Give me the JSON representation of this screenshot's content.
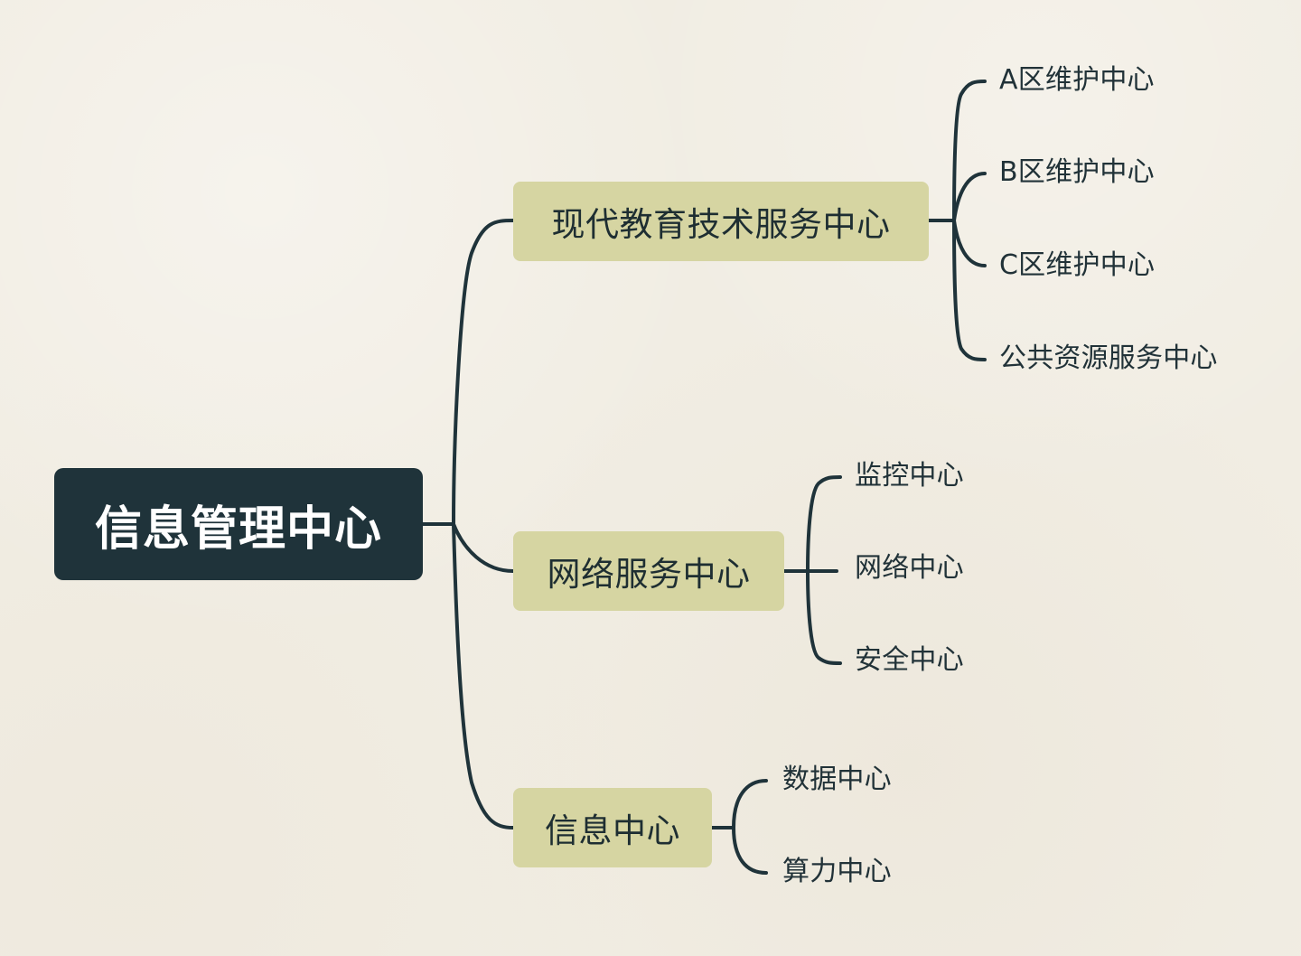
{
  "mind_map": {
    "root": {
      "label": "信息管理中心"
    },
    "branches": [
      {
        "label": "现代教育技术服务中心",
        "children": [
          "A区维护中心",
          "B区维护中心",
          "C区维护中心",
          "公共资源服务中心"
        ]
      },
      {
        "label": "网络服务中心",
        "children": [
          "监控中心",
          "网络中心",
          "安全中心"
        ]
      },
      {
        "label": "信息中心",
        "children": [
          "数据中心",
          "算力中心"
        ]
      }
    ]
  },
  "colors": {
    "background": "#f1ede3",
    "root_fill": "#1f333a",
    "branch_fill": "#d6d5a2",
    "line": "#1f333a",
    "text": "#213238"
  }
}
